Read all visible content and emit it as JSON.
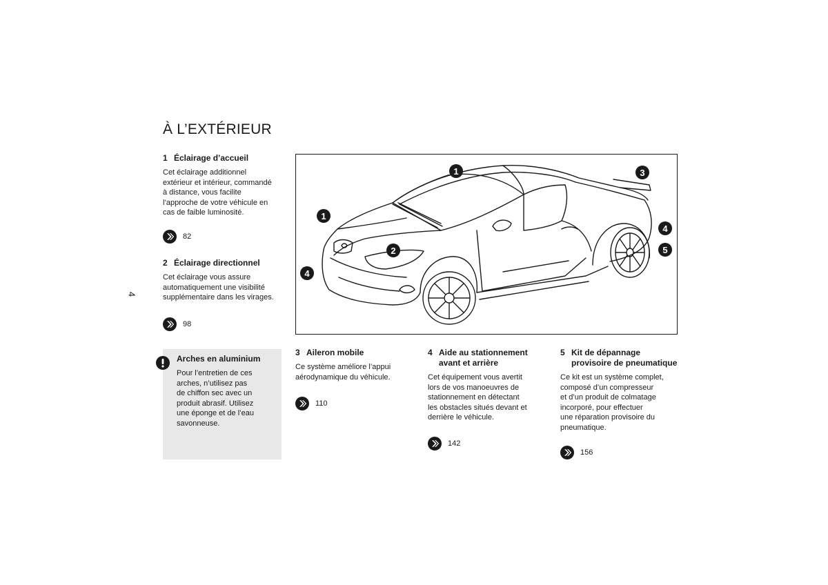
{
  "page": {
    "title": "À L’EXTÉRIEUR",
    "page_number": "4"
  },
  "sections": [
    {
      "num": "1",
      "heading": "Éclairage d’accueil",
      "body": [
        "Cet éclairage additionnel",
        "extérieur et intérieur, commandé",
        "à distance, vous facilite",
        "l’approche de votre véhicule en",
        "cas de faible luminosité."
      ],
      "ref": "82"
    },
    {
      "num": "2",
      "heading": "Éclairage directionnel",
      "body": [
        "Cet éclairage vous assure",
        "automatiquement une visibilité",
        "supplémentaire dans les virages."
      ],
      "ref": "98"
    },
    {
      "num": "3",
      "heading": "Aileron mobile",
      "body": [
        "Ce système améliore l’appui",
        "aérodynamique du véhicule."
      ],
      "ref": "110"
    },
    {
      "num": "4",
      "heading": [
        "Aide au stationnement",
        "avant et arrière"
      ],
      "body": [
        "Cet équipement vous avertit",
        "lors de vos manoeuvres de",
        "stationnement en détectant",
        "les obstacles situés devant et",
        "derrière le véhicule."
      ],
      "ref": "142"
    },
    {
      "num": "5",
      "heading": [
        "Kit de dépannage",
        "provisoire de pneumatique"
      ],
      "body": [
        "Ce kit est un système complet,",
        "composé d’un compresseur",
        "et d’un produit de colmatage",
        "incorporé, pour effectuer",
        "une réparation provisoire du",
        "pneumatique."
      ],
      "ref": "156"
    }
  ],
  "warning": {
    "heading": "Arches en aluminium",
    "body": [
      "Pour l’entretien de ces",
      "arches, n’utilisez pas",
      "de chiffon sec avec un",
      "produit abrasif. Utilisez",
      "une éponge et de l’eau",
      "savonneuse."
    ],
    "icon": "exclamation-icon"
  },
  "callouts": [
    "1",
    "3",
    "1",
    "2",
    "4",
    "4",
    "5"
  ],
  "colors": {
    "text": "#1a1a1a",
    "warning_bg": "#e8e8e8",
    "callout_fill": "#1a1a1a"
  }
}
